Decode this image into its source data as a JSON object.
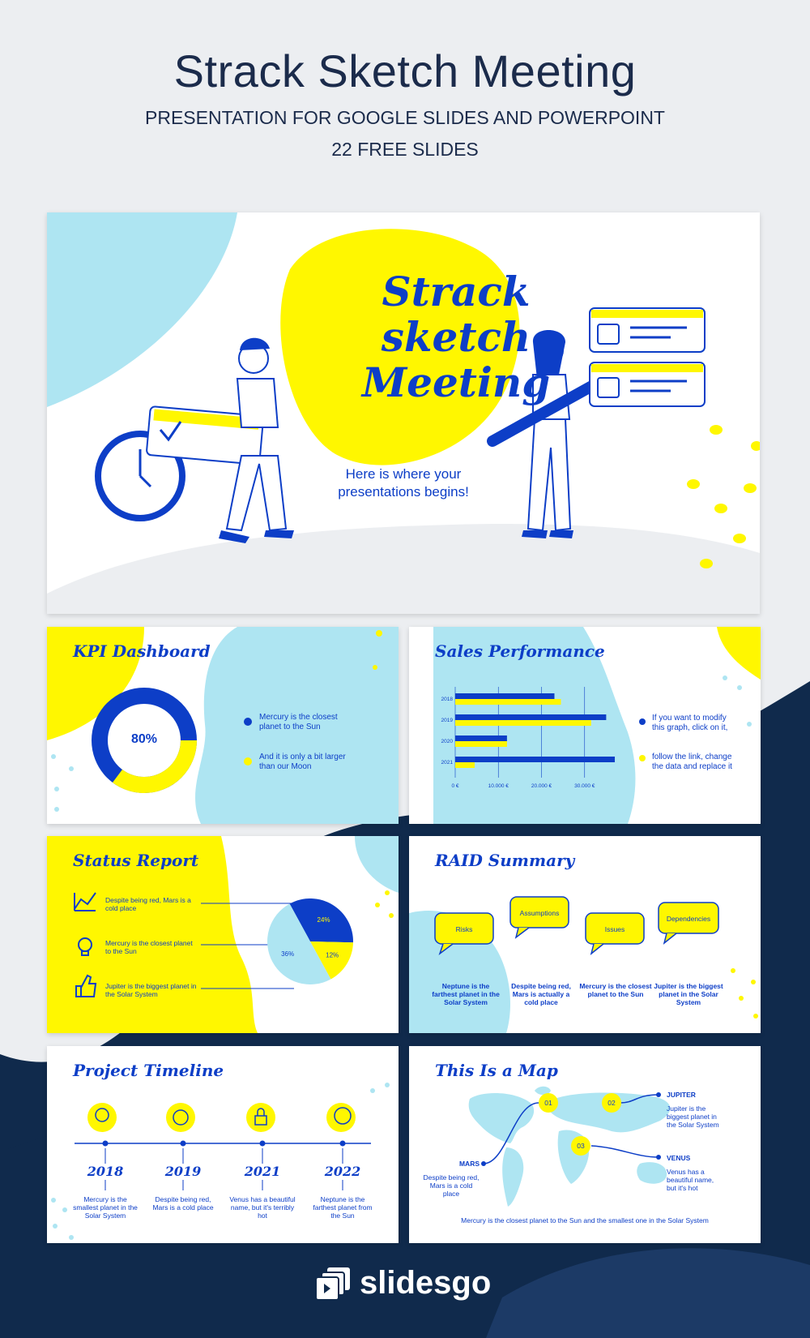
{
  "header": {
    "title": "Strack Sketch Meeting",
    "subtitle": "PRESENTATION FOR GOOGLE SLIDES AND POWERPOINT",
    "count": "22 FREE SLIDES"
  },
  "colors": {
    "blue": "#0d3ec7",
    "yellow": "#fff700",
    "light_blue": "#aee5f2",
    "navy": "#102a4c"
  },
  "cover": {
    "title_lines": [
      "Strack",
      "sketch",
      "Meeting"
    ],
    "tagline_1": "Here is where your",
    "tagline_2": "presentations begins!"
  },
  "kpi": {
    "title": "KPI Dashboard",
    "percent": "80%",
    "items": [
      "Mercury is the closest planet to the Sun",
      "And it is only a bit larger than our Moon"
    ]
  },
  "sales": {
    "title": "Sales Performance",
    "note_1": "If you want to modify this graph, click on it,",
    "note_2": "follow the link, change the data and replace it"
  },
  "chart_data": {
    "type": "bar",
    "orientation": "horizontal",
    "categories": [
      "2018",
      "2019",
      "2020",
      "2021"
    ],
    "series": [
      {
        "values": [
          23000,
          35000,
          12000,
          37000
        ]
      },
      {
        "values": [
          24500,
          31500,
          12000,
          4500
        ]
      }
    ],
    "xticks": [
      "0 €",
      "10.000 €",
      "20.000 €",
      "30.000 €"
    ],
    "xlim": [
      0,
      40000
    ]
  },
  "status": {
    "title": "Status Report",
    "items": [
      "Despite being red, Mars is a cold place",
      "Mercury is the closest planet to the Sun",
      "Jupiter is the biggest planet in the Solar System"
    ],
    "pie": {
      "labels": [
        "24%",
        "12%",
        "36%"
      ],
      "values": [
        24,
        12,
        36
      ]
    }
  },
  "raid": {
    "title": "RAID Summary",
    "bubbles": [
      "Risks",
      "Assumptions",
      "Issues",
      "Dependencies"
    ],
    "texts": [
      "Neptune is the farthest planet in the Solar System",
      "Despite being red, Mars is actually a cold place",
      "Mercury is the closest planet to the Sun",
      "Jupiter is the biggest planet in the Solar System"
    ]
  },
  "timeline": {
    "title": "Project Timeline",
    "years": [
      "2018",
      "2019",
      "2021",
      "2022"
    ],
    "texts": [
      "Mercury is the smallest planet in the Solar System",
      "Despite being red, Mars is a cold place",
      "Venus has a beautiful name, but it's terribly hot",
      "Neptune is the farthest planet from the Sun"
    ]
  },
  "map": {
    "title": "This Is a Map",
    "markers": [
      "01",
      "02",
      "03"
    ],
    "jupiter": {
      "name": "JUPITER",
      "text": "Jupiter is the biggest planet in the Solar System"
    },
    "venus": {
      "name": "VENUS",
      "text": "Venus has a beautiful name, but it's hot"
    },
    "mars": {
      "name": "MARS",
      "text": "Despite being red, Mars is a cold place"
    },
    "footer": "Mercury is the closest planet to the Sun and the smallest one in the Solar System"
  },
  "brand": {
    "name": "slidesgo"
  }
}
